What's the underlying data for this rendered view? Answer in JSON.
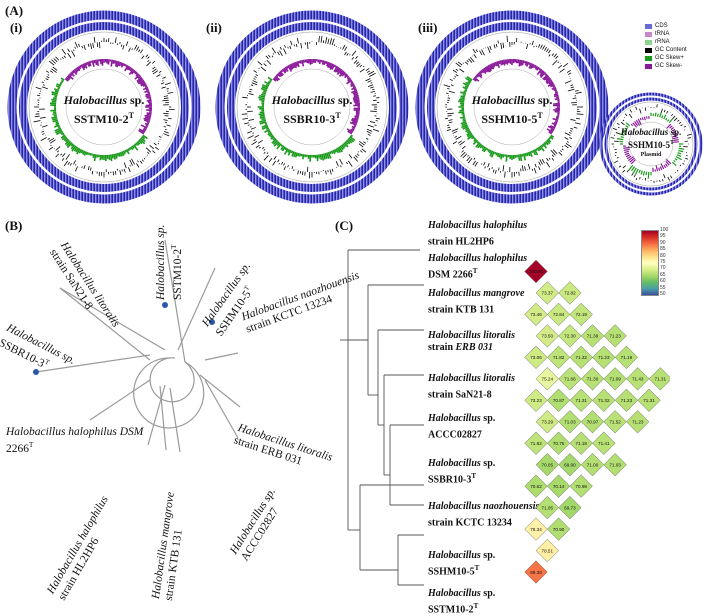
{
  "panelA": {
    "label": "(A)",
    "genomes": [
      {
        "num": "(i)",
        "genus": "Halobacillus",
        "suffix": "sp.",
        "strain": "SSTM10-2",
        "sup": "T",
        "extra": ""
      },
      {
        "num": "(ii)",
        "genus": "Halobacillus",
        "suffix": "sp.",
        "strain": "SSBR10-3",
        "sup": "T",
        "extra": ""
      },
      {
        "num": "(iii)",
        "genus": "Halobacillus",
        "suffix": "sp.",
        "strain": "SSHM10-5",
        "sup": "T",
        "extra": ""
      }
    ],
    "plasmid": {
      "genus": "Halobacillus",
      "suffix": "sp.",
      "strain": "SSHM10-5",
      "sup": "T",
      "extra": "Plasmid"
    },
    "legend": [
      {
        "label": "CDS",
        "color": "#6a6ad8"
      },
      {
        "label": "tRNA",
        "color": "#c889c8"
      },
      {
        "label": "rRNA",
        "color": "#8fd18f"
      },
      {
        "label": "GC Content",
        "color": "#000000"
      },
      {
        "label": "GC Skew+",
        "color": "#1a9a1a"
      },
      {
        "label": "GC Skew-",
        "color": "#8a1a9a"
      }
    ]
  },
  "panelB": {
    "label": "(B)",
    "leaves": [
      {
        "id": "b1",
        "a": "Halobacillus litoralis",
        "b": "strain SaN21-8"
      },
      {
        "id": "b2",
        "a": "Halobacillus sp.",
        "b": "SSTM10-2",
        "sup": "T"
      },
      {
        "id": "b3",
        "a": "Halobacillus sp.",
        "b": "SSHM10-5",
        "sup": "T"
      },
      {
        "id": "b4",
        "a": "Halobacillus sp.",
        "b": "SSBR10-3",
        "sup": "T"
      },
      {
        "id": "b5",
        "a": "Halobacillus naozhouensis",
        "b": "strain KCTC 13234"
      },
      {
        "id": "b6",
        "a": "Halobacillus halophilus DSM",
        "b": "2266",
        "sup": "T"
      },
      {
        "id": "b7",
        "a": "Halobacillus litoralis",
        "b": "strain ERB 031"
      },
      {
        "id": "b8",
        "a": "Halobacillus halophilus",
        "b": "strain HL2HP6"
      },
      {
        "id": "b9",
        "a": "Halobacillus mangrove",
        "b": "strain KTB 131"
      },
      {
        "id": "b10",
        "a": "Halobacillus sp.",
        "b": "ACCC02827"
      }
    ]
  },
  "panelC": {
    "label": "(C)",
    "taxa": [
      {
        "italic": "Halobacillus halophilus",
        "plain": "strain HL2HP6",
        "sup": "",
        "boldItalicRest": ""
      },
      {
        "italic": "Halobacillus halophilus",
        "plain": "DSM 2266",
        "sup": "T"
      },
      {
        "italic": "Halobacillus mangrove",
        "plain": "strain KTB 131",
        "sup": ""
      },
      {
        "italic": "Halobacillus litoralis",
        "plain": "strain ",
        "tail": "ERB 031",
        "sup": ""
      },
      {
        "italic": "Halobacillus litoralis",
        "plain": "strain SaN21-8",
        "sup": ""
      },
      {
        "italic": "Halobacillus",
        "plain": " sp.",
        "line2": "ACCC02827",
        "sup": ""
      },
      {
        "italic": "Halobacillus",
        "plain": " sp.",
        "line2": "SSBR10-3",
        "sup": "T"
      },
      {
        "italic": "Halobacillus naozhouensis",
        "plain": "strain KCTC 13234",
        "sup": ""
      },
      {
        "italic": "Halobacillus",
        "plain": " sp.",
        "line2": "SSHM10-5",
        "sup": "T"
      },
      {
        "italic": "Halobacillus",
        "plain": " sp.",
        "line2": "SSTM10-2",
        "sup": "T"
      }
    ],
    "colorbar": {
      "ticks": [
        "100",
        "95",
        "90",
        "85",
        "80",
        "75",
        "70",
        "65",
        "60",
        "55",
        "50"
      ],
      "min": 50,
      "max": 100
    },
    "matrix": [
      [],
      [
        100.0
      ],
      [
        73.37,
        72.82
      ],
      [
        73.46,
        72.84,
        72.19
      ],
      [
        73.5,
        72.3,
        71.39,
        71.23
      ],
      [
        73.06,
        71.82,
        71.32,
        71.23,
        71.19
      ],
      [
        75.24,
        71.66,
        71.3,
        71.09,
        71.43,
        71.31
      ],
      [
        73.23,
        70.87,
        71.31,
        71.32,
        71.23,
        71.31
      ],
      [
        73.29,
        71.03,
        70.97,
        71.52,
        71.23
      ],
      [
        71.82,
        70.75,
        71.18,
        71.41
      ],
      [
        70.05,
        69.9,
        71.0,
        71.03
      ],
      [
        70.62,
        70.14,
        70.98
      ],
      [
        71.05,
        69.73
      ],
      [
        78.34,
        70.9
      ],
      [
        78.51
      ],
      [
        89.39
      ]
    ]
  }
}
